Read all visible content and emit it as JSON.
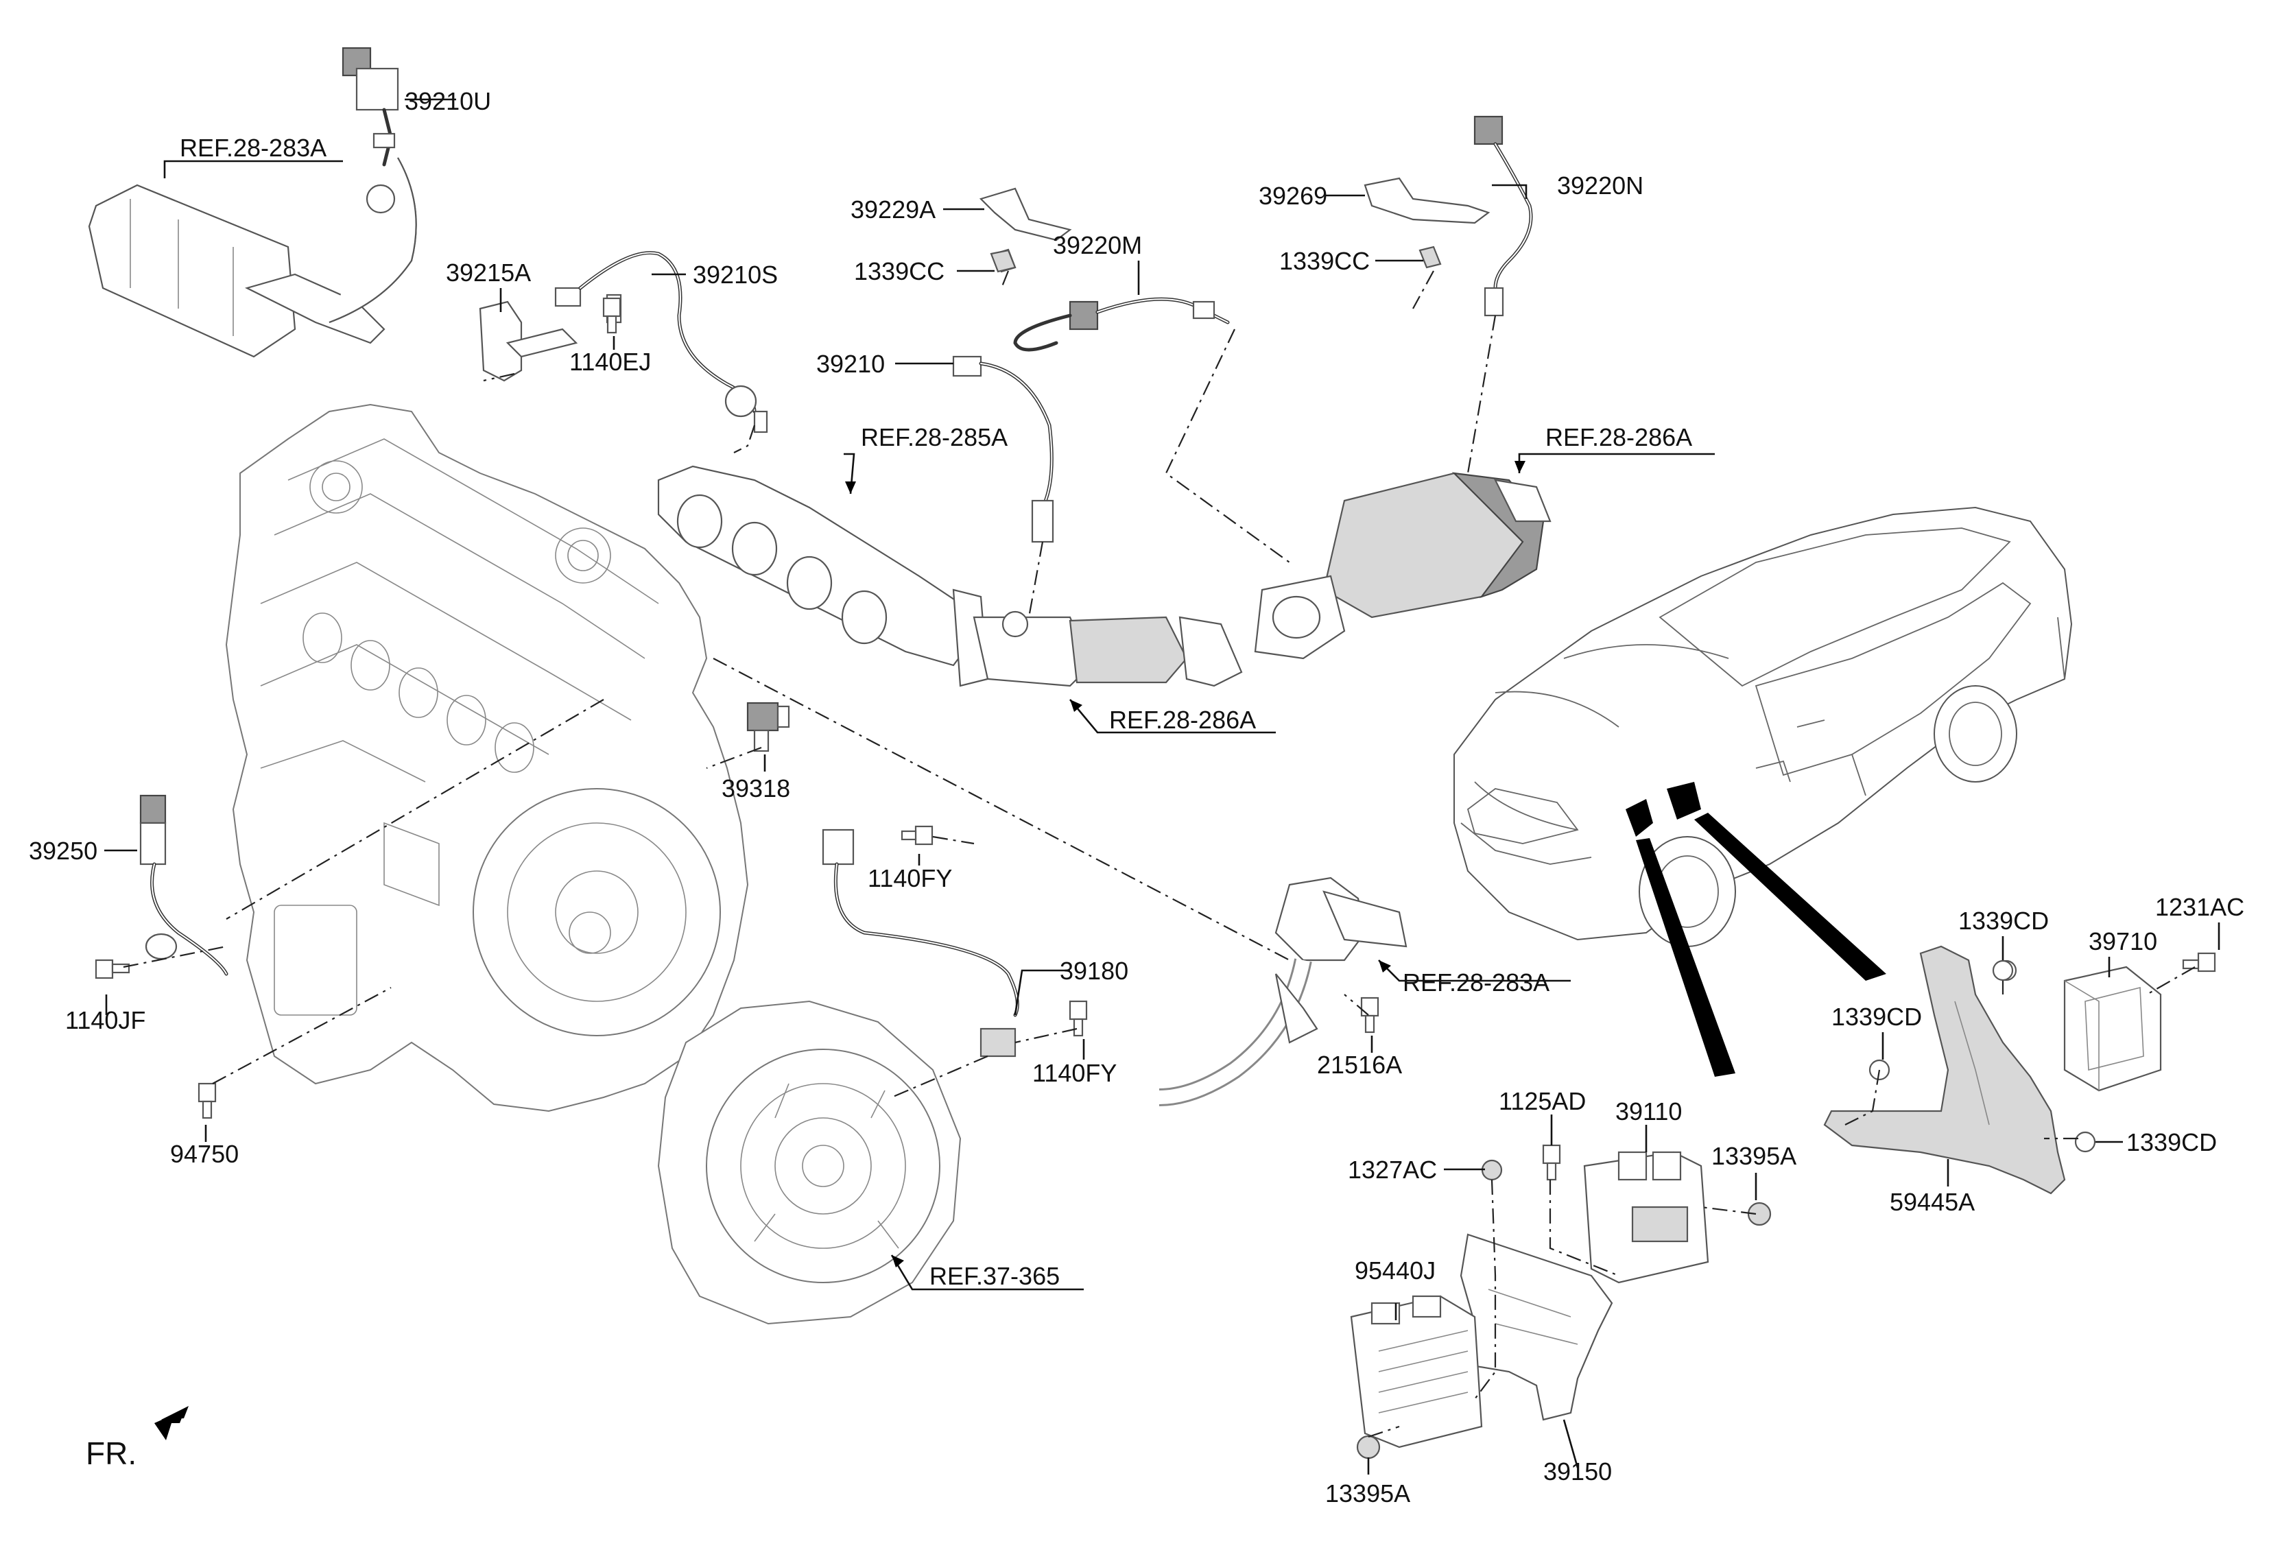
{
  "diagram": {
    "labels": {
      "p39210U": "39210U",
      "ref_28_283A_top": "REF.28-283A",
      "p39229A": "39229A",
      "p1339CC_a": "1339CC",
      "p39220M": "39220M",
      "p39269": "39269",
      "p1339CC_b": "1339CC",
      "p39220N": "39220N",
      "p39215A": "39215A",
      "p39210S": "39210S",
      "p1140EJ": "1140EJ",
      "p39210": "39210",
      "ref_28_285A": "REF.28-285A",
      "ref_28_286A_top": "REF.28-286A",
      "ref_28_286A_mid": "REF.28-286A",
      "p39318": "39318",
      "p39250": "39250",
      "p1140FY_a": "1140FY",
      "p1140JF": "1140JF",
      "p39180": "39180",
      "p1140FY_b": "1140FY",
      "ref_28_283A_mid": "REF.28-283A",
      "p21516A": "21516A",
      "p94750": "94750",
      "ref_37_365": "REF.37-365",
      "p1125AD": "1125AD",
      "p39110": "39110",
      "p1327AC": "1327AC",
      "p13395A_a": "13395A",
      "p95440J": "95440J",
      "p13395A_b": "13395A",
      "p39150": "39150",
      "p1339CD_a": "1339CD",
      "p39710": "39710",
      "p1231AC": "1231AC",
      "p1339CD_b": "1339CD",
      "p1339CD_c": "1339CD",
      "p59445A": "59445A",
      "fr": "FR."
    }
  }
}
